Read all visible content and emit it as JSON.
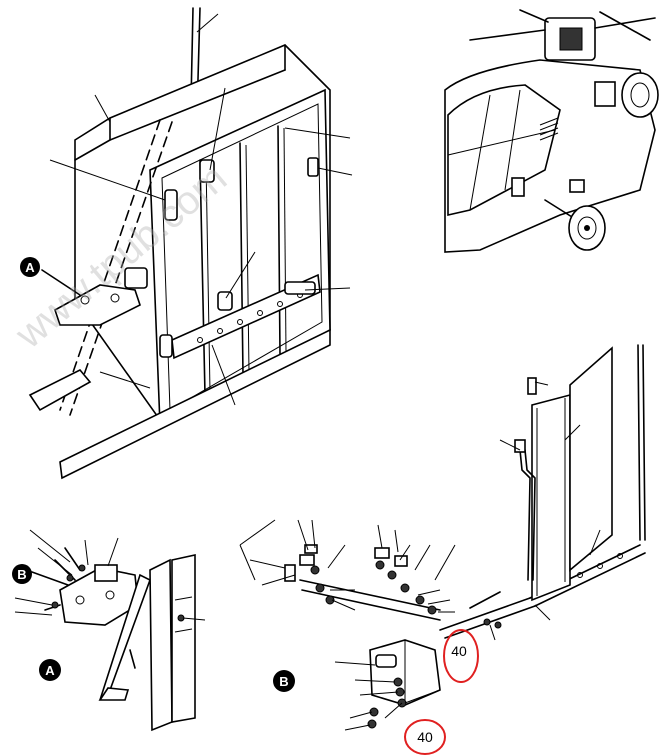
{
  "watermark": "www.tpub.com",
  "detail_labels": {
    "a_callout": "A",
    "b_callout": "B",
    "detail_a": "A",
    "detail_b": "B"
  },
  "item_callouts": [
    "40",
    "40"
  ],
  "colors": {
    "lines": "#000000",
    "highlight_circle": "#e02020",
    "watermark": "#a9a9a9"
  }
}
